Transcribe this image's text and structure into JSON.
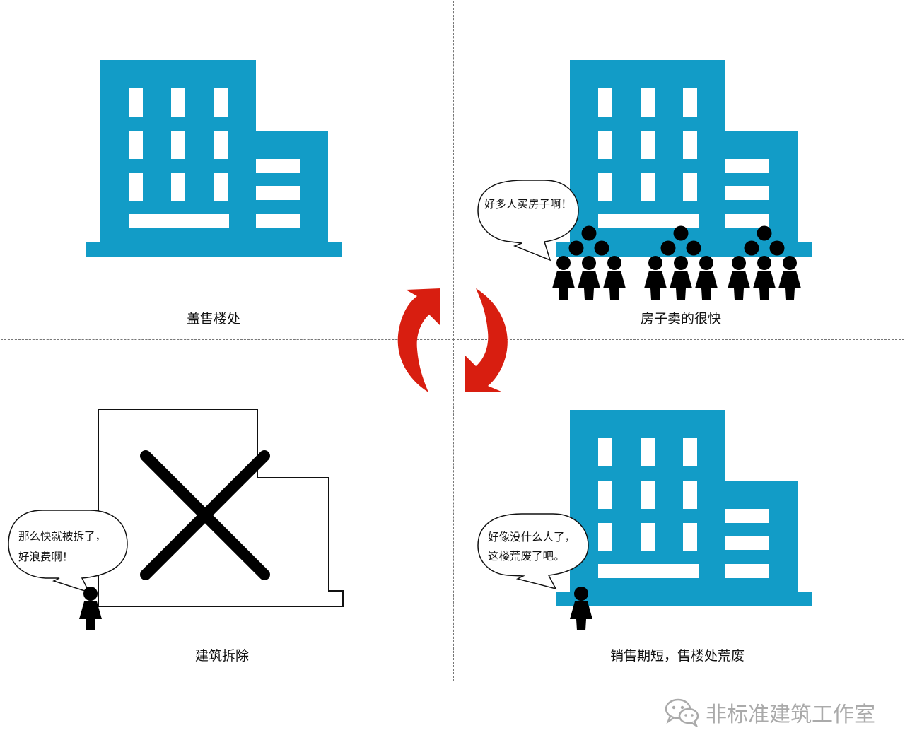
{
  "panels": {
    "top_left": {
      "caption": "盖售楼处"
    },
    "top_right": {
      "caption": "房子卖的很快",
      "bubble": [
        "好多人买房子啊！"
      ]
    },
    "bottom_left": {
      "caption": "建筑拆除",
      "bubble": [
        "那么快就被拆了，",
        "好浪费啊！"
      ]
    },
    "bottom_right": {
      "caption": "销售期短，售楼处荒废",
      "bubble": [
        "好像没什么人了，",
        "这楼荒废了吧。"
      ]
    }
  },
  "watermark": {
    "text": "非标准建筑工作室",
    "icon": "wechat-icon"
  },
  "colors": {
    "building": "#129cc7",
    "arrow": "#d81e10",
    "figure": "#000000"
  }
}
